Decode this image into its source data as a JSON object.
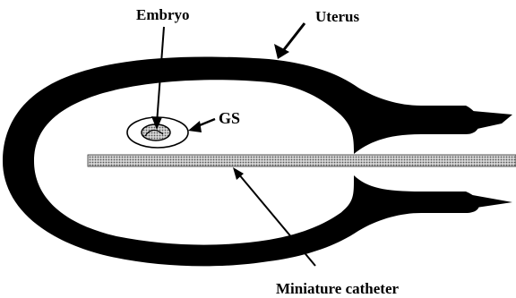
{
  "labels": {
    "embryo": "Embryo",
    "uterus": "Uterus",
    "gs": "GS",
    "catheter": "Miniature catheter"
  },
  "colors": {
    "uterus_wall": "#000000",
    "catheter_fill": "#b9b9b9",
    "background": "#ffffff"
  }
}
